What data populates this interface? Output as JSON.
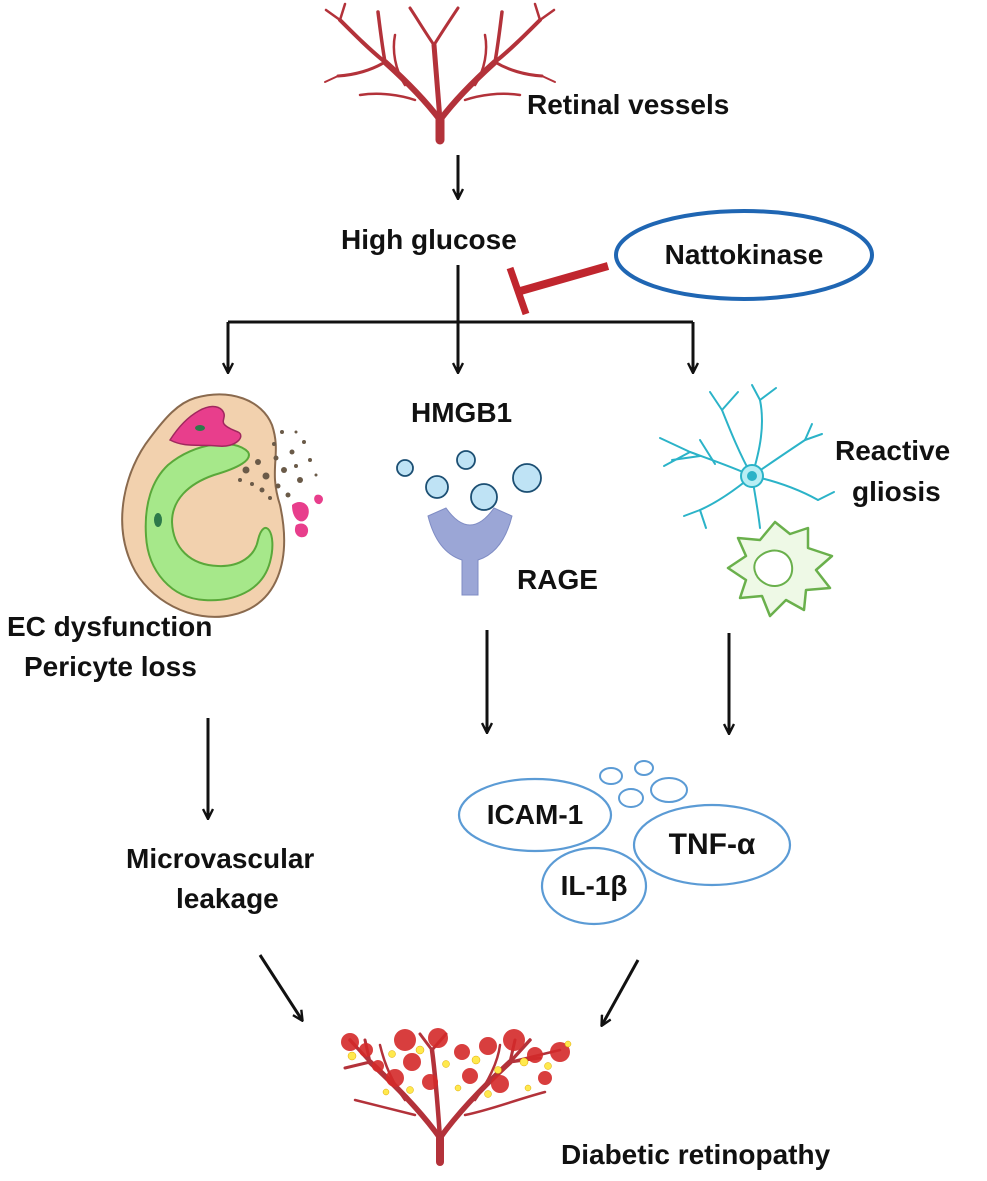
{
  "labels": {
    "retinal_vessels": "Retinal vessels",
    "high_glucose": "High glucose",
    "nattokinase": "Nattokinase",
    "hmgb1": "HMGB1",
    "rage": "RAGE",
    "reactive": "Reactive",
    "gliosis": "gliosis",
    "ec_dysfunction": "EC dysfunction",
    "pericyte_loss": "Pericyte loss",
    "microvascular": "Microvascular",
    "leakage": "leakage",
    "icam1": "ICAM-1",
    "tnfa": "TNF-α",
    "il1b": "IL-1β",
    "diabetic_retinopathy": "Diabetic retinopathy"
  },
  "colors": {
    "vessel": "#b3323a",
    "inhibit": "#c0262e",
    "oval_border": "#1f66b3",
    "cytokine_border": "#5b9bd5",
    "receptor": "#9ba6d6",
    "ligand_fill": "#bfe3f5",
    "astrocyte": "#2bb3c8",
    "microglia": "#6ab04c",
    "pericyte_pink": "#e83e8c",
    "cell_tan": "#f2d1ae",
    "cell_green": "#a6e88a",
    "lesion_yellow": "#ffe94d"
  }
}
